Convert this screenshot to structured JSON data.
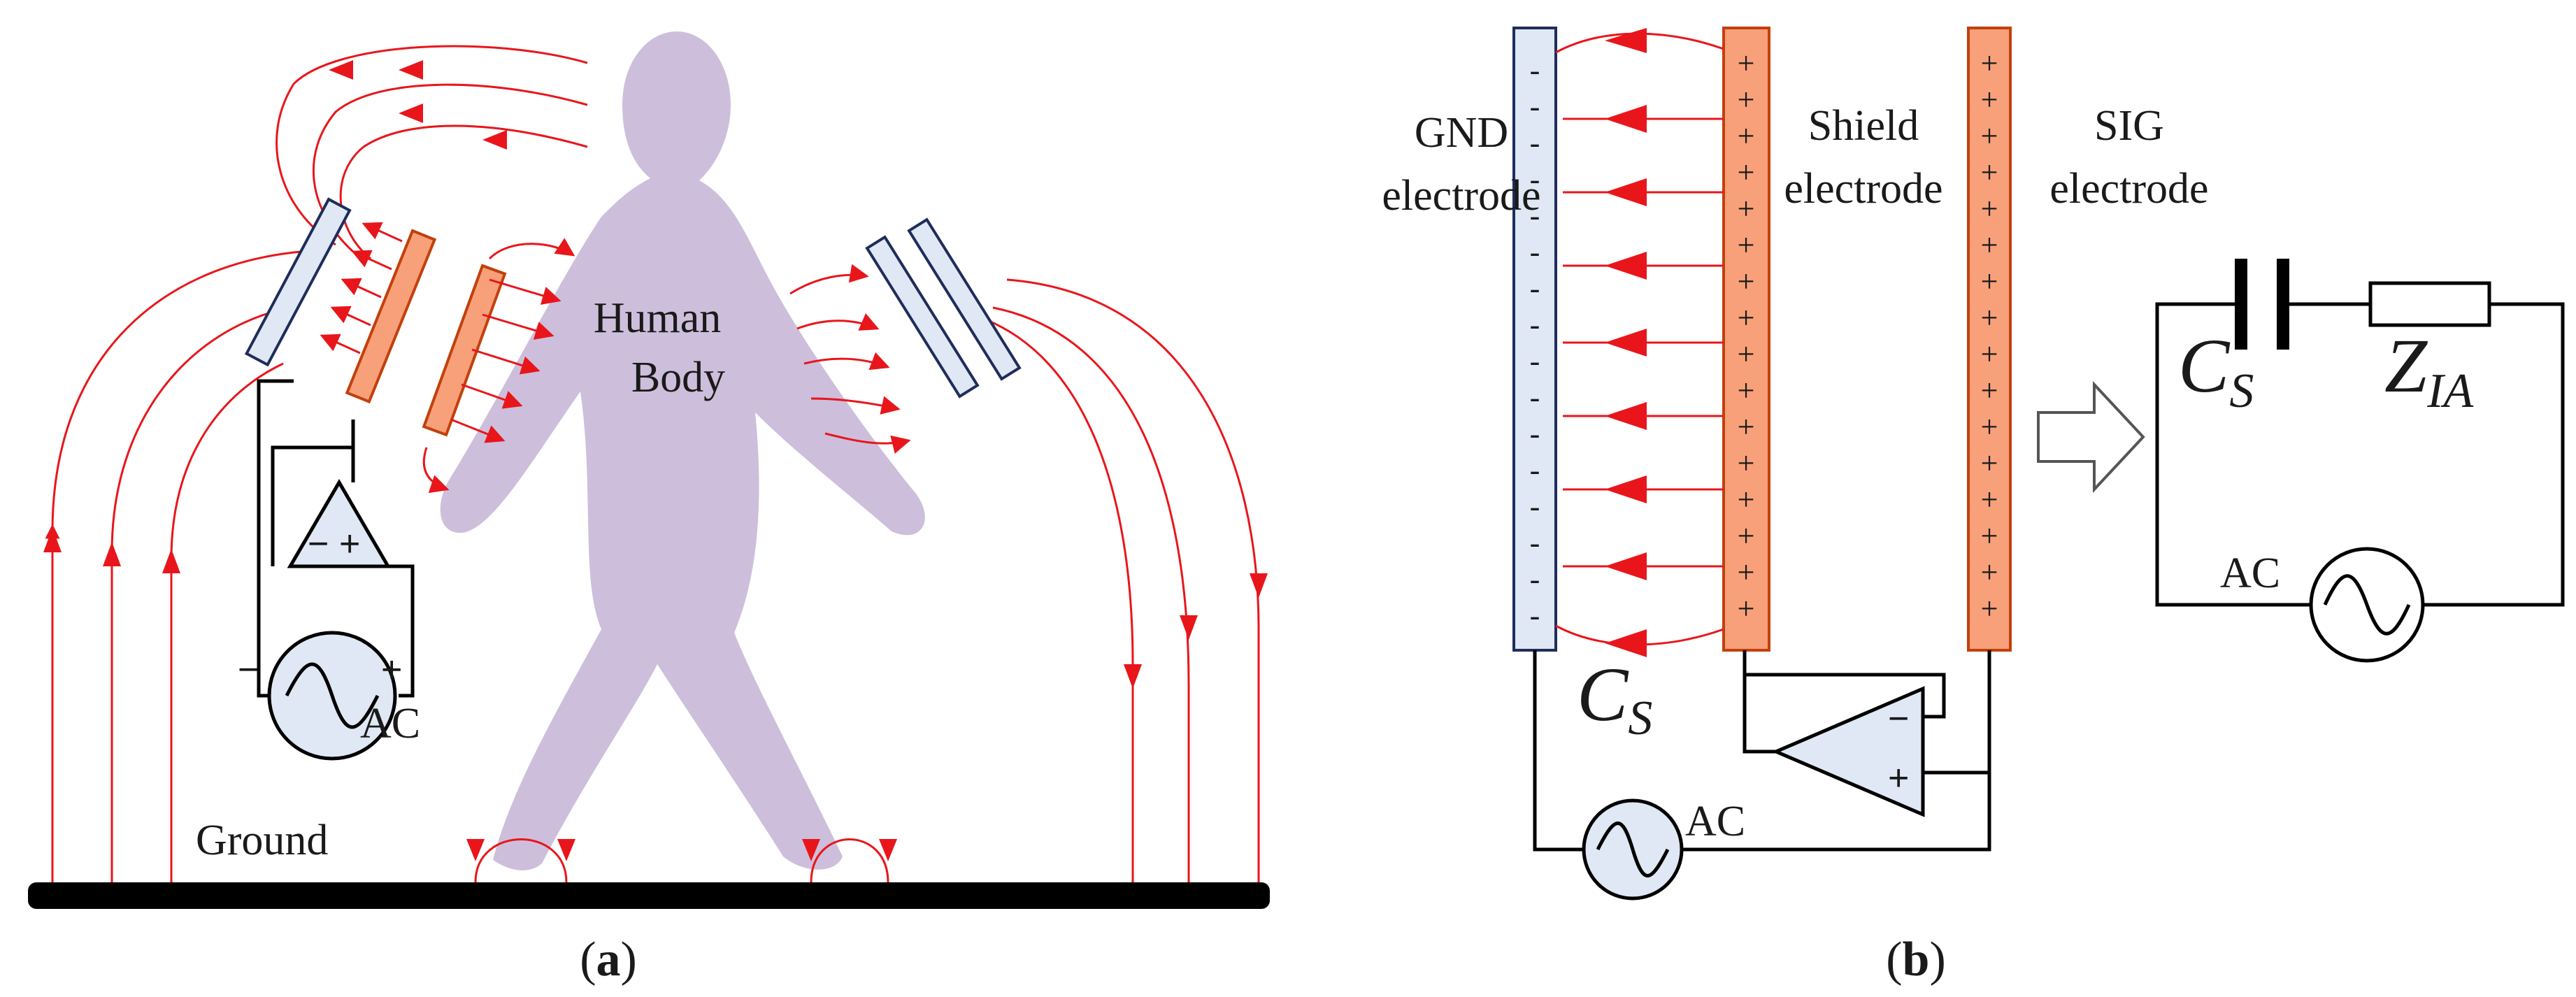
{
  "panel_a": {
    "caption_open": "(",
    "caption_letter": "a",
    "caption_close": ")",
    "body_label_line1": "Human",
    "body_label_line2": "Body",
    "ground_label": "Ground",
    "source_label": "AC",
    "source_minus": "−",
    "source_plus": "+",
    "amp_minus": "−",
    "amp_plus": "+"
  },
  "panel_b": {
    "caption_open": "(",
    "caption_letter": "b",
    "caption_close": ")",
    "gnd_label_line1": "GND",
    "gnd_label_line2": "electrode",
    "shield_label_line1": "Shield",
    "shield_label_line2": "electrode",
    "sig_label_line1": "SIG",
    "sig_label_line2": "electrode",
    "cap_symbol": "C",
    "cap_subscript": "S",
    "source_label": "AC",
    "amp_minus": "−",
    "amp_plus": "+",
    "gnd_charge_mark": "-",
    "shield_charge_mark": "+"
  },
  "equivalent_circuit": {
    "cap_symbol": "C",
    "cap_subscript": "S",
    "impedance_symbol": "Z",
    "impedance_subscript": "IA",
    "source_label": "AC"
  },
  "colors": {
    "field_lines": "#e8161b",
    "body": "#cdbfdc",
    "gnd_electrode": "#dfe8f4",
    "shield_electrode": "#f7a07a",
    "ground_plate": "#000000",
    "wire": "#000000"
  }
}
